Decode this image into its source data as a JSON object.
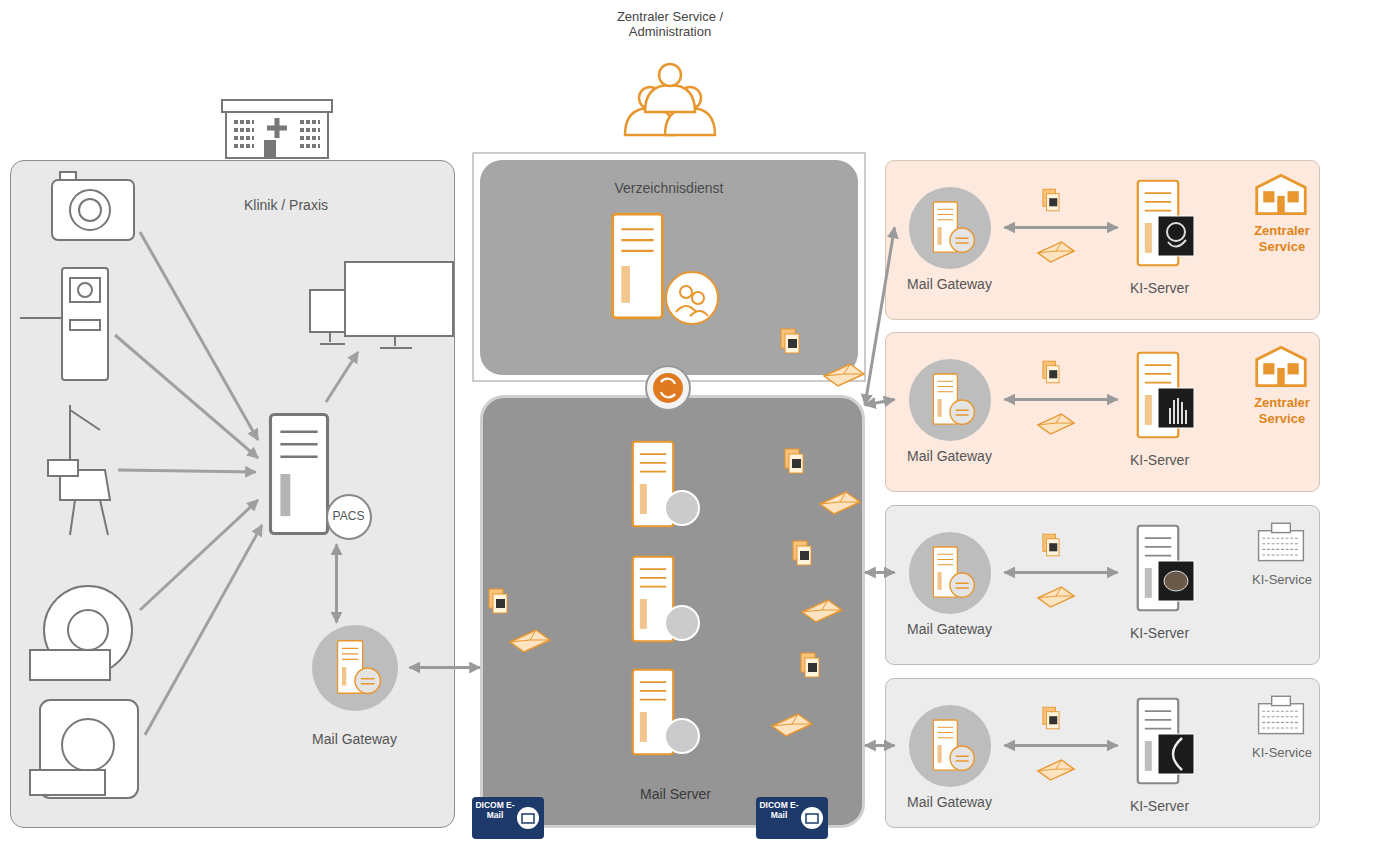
{
  "diagram": {
    "nodes": [
      {
        "text": [
          "Klinik / Praxis"
        ]
      },
      {
        "text": [
          "PACS"
        ],
        "in": 0
      },
      {
        "text": [
          "Mail Gateway"
        ],
        "in": 0
      },
      {
        "text": [
          "Verzeichnisdienst"
        ]
      },
      {
        "text": [
          "Mail Server"
        ]
      },
      {
        "text": [
          "Zentraler Service"
        ]
      },
      {
        "text": [
          "Mail Gateway"
        ],
        "in": 5
      },
      {
        "text": [
          "KI-Server"
        ],
        "in": 5
      },
      {
        "text": [
          "Zentraler Service"
        ]
      },
      {
        "text": [
          "Mail Gateway"
        ],
        "in": 8
      },
      {
        "text": [
          "KI-Server"
        ],
        "in": 8
      },
      {
        "text": [
          "KI-Service"
        ]
      },
      {
        "text": [
          "Mail Gateway"
        ],
        "in": 11
      },
      {
        "text": [
          "KI-Server"
        ],
        "in": 11
      },
      {
        "text": [
          "KI-Service"
        ]
      },
      {
        "text": [
          "Mail Gateway"
        ],
        "in": 14
      },
      {
        "text": [
          "KI-Server"
        ],
        "in": 14
      }
    ],
    "edges": [
      {
        "from": 1,
        "to": 2,
        "arrow": "both"
      },
      {
        "from": 2,
        "to": 4,
        "arrow": "both"
      },
      {
        "from": 4,
        "to": 6,
        "arrow": "both"
      },
      {
        "from": 4,
        "to": 9,
        "arrow": "both"
      },
      {
        "from": 4,
        "to": 12,
        "arrow": "both"
      },
      {
        "from": 4,
        "to": 15,
        "arrow": "both"
      },
      {
        "from": 6,
        "to": 7,
        "arrow": "both"
      },
      {
        "from": 9,
        "to": 10,
        "arrow": "both"
      },
      {
        "from": 12,
        "to": 13,
        "arrow": "both"
      },
      {
        "from": 15,
        "to": 16,
        "arrow": "both"
      }
    ],
    "labels": [
      "Zentraler Service / Administration",
      "DICOM E-Mail",
      "DICOM E-Mail"
    ]
  }
}
